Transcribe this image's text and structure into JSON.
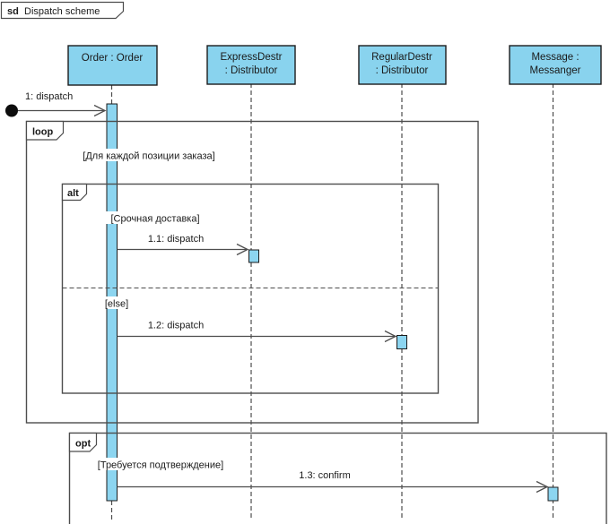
{
  "frame": {
    "keyword": "sd",
    "title": "Dispatch scheme"
  },
  "lifelines": [
    {
      "id": "order",
      "lines": [
        "Order : Order",
        ""
      ]
    },
    {
      "id": "express",
      "lines": [
        "ExpressDestr",
        ": Distributor"
      ]
    },
    {
      "id": "regular",
      "lines": [
        "RegularDestr",
        ": Distributor"
      ]
    },
    {
      "id": "message",
      "lines": [
        "Message :",
        "Messanger"
      ]
    }
  ],
  "fragments": [
    {
      "operator": "loop",
      "guard": "[Для каждой позиции заказа]"
    },
    {
      "operator": "alt",
      "guards": [
        "[Срочная доставка]",
        "[else]"
      ]
    },
    {
      "operator": "opt",
      "guard": "[Требуется подтверждение]"
    }
  ],
  "messages": [
    {
      "label": "1: dispatch",
      "type": "found",
      "from": "external",
      "to": "order"
    },
    {
      "label": "1.1: dispatch",
      "type": "async",
      "from": "order",
      "to": "express"
    },
    {
      "label": "1.2: dispatch",
      "type": "async",
      "from": "order",
      "to": "regular"
    },
    {
      "label": "1.3: confirm",
      "type": "async",
      "from": "order",
      "to": "message"
    }
  ],
  "colors": {
    "shape_fill": "#89d3ee",
    "activation_fill": "#8cd5f0",
    "shape_border": "#1c1c1c",
    "line": "#4d4d4d",
    "text": "#1a1a1a"
  }
}
